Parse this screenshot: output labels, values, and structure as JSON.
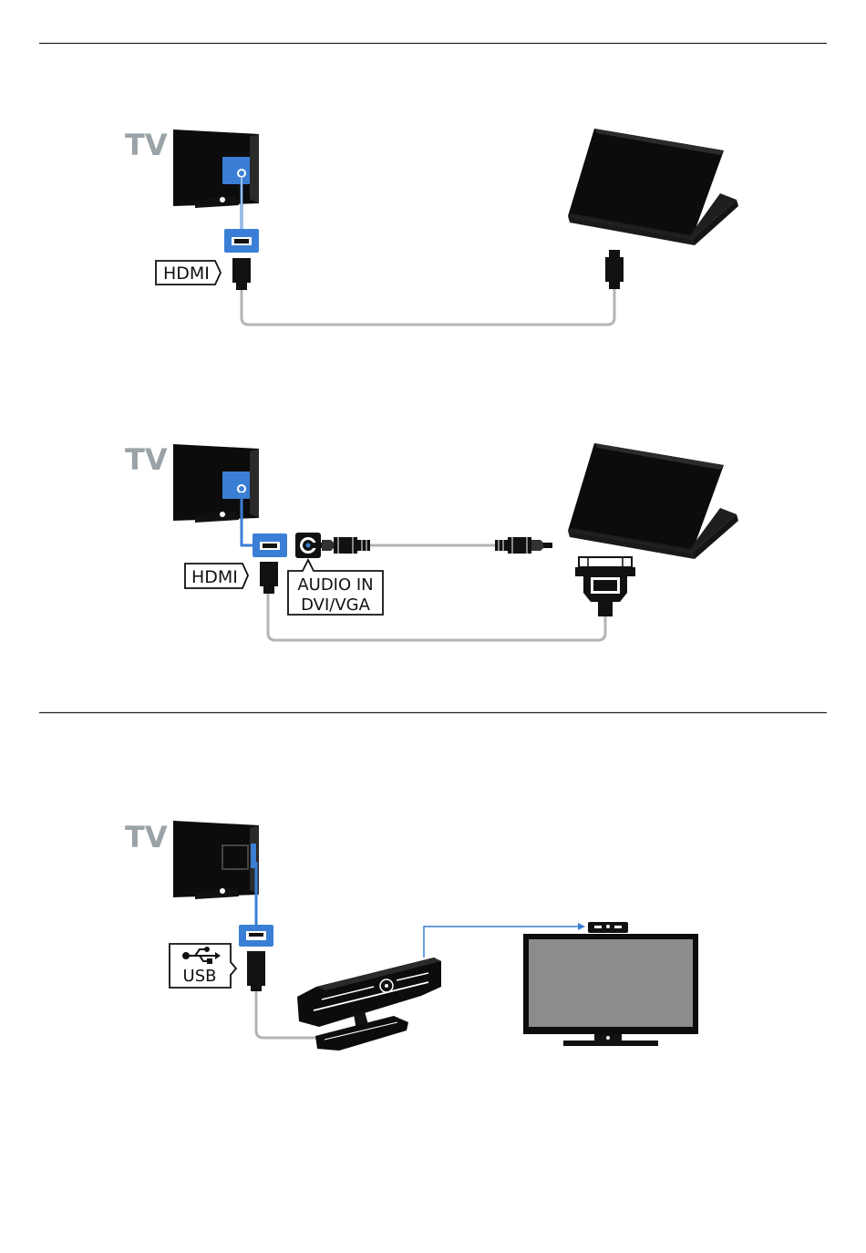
{
  "diagram1": {
    "tv_label": "TV",
    "hdmi_label": "HDMI"
  },
  "diagram2": {
    "tv_label": "TV",
    "hdmi_label": "HDMI",
    "audio_label_line1": "AUDIO IN",
    "audio_label_line2": "DVI/VGA"
  },
  "diagram3": {
    "tv_label": "TV",
    "usb_label": "USB"
  },
  "colors": {
    "accent_blue": "#3a7fd5",
    "cable_gray": "#b4b4b4",
    "device_black": "#0c0c0c",
    "tv_label_gray": "#9aa3a7",
    "screen_gray": "#8c8c8c"
  }
}
